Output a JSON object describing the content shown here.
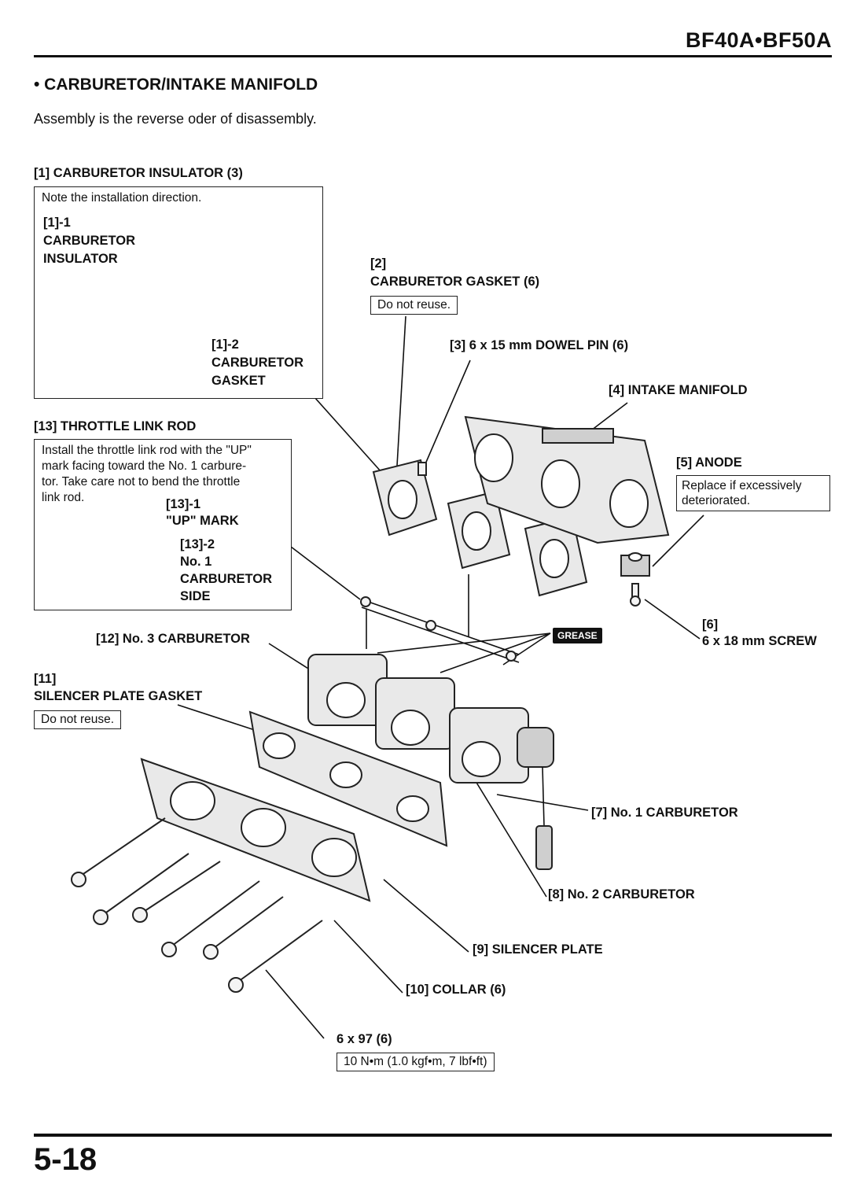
{
  "header": {
    "model": "BF40A•BF50A"
  },
  "section": {
    "title": "• CARBURETOR/INTAKE MANIFOLD",
    "intro": "Assembly is the reverse oder of disassembly."
  },
  "callouts": {
    "c1": {
      "title": "[1] CARBURETOR INSULATOR (3)",
      "note": "Note the installation direction.",
      "sub1_num": "[1]-1",
      "sub1_a": "CARBURETOR",
      "sub1_b": "INSULATOR",
      "sub2_num": "[1]-2",
      "sub2_a": "CARBURETOR",
      "sub2_b": "GASKET"
    },
    "c2": {
      "num": "[2]",
      "title": "CARBURETOR GASKET (6)",
      "note": "Do not reuse."
    },
    "c3": {
      "title": "[3] 6 x 15 mm DOWEL PIN (6)"
    },
    "c4": {
      "title": "[4] INTAKE MANIFOLD"
    },
    "c5": {
      "title": "[5] ANODE",
      "note_1": "Replace if excessively",
      "note_2": "deteriorated."
    },
    "c6": {
      "num": "[6]",
      "title": "6 x 18 mm SCREW"
    },
    "c7": {
      "title": "[7] No. 1 CARBURETOR"
    },
    "c8": {
      "title": "[8] No. 2 CARBURETOR"
    },
    "c9": {
      "title": "[9] SILENCER PLATE"
    },
    "c10": {
      "title": "[10] COLLAR (6)"
    },
    "c11": {
      "num": "[11]",
      "title": "SILENCER PLATE GASKET",
      "note": "Do not reuse."
    },
    "c12": {
      "title": "[12] No. 3 CARBURETOR"
    },
    "c13": {
      "title": "[13] THROTTLE LINK ROD",
      "note_1": "Install the throttle link rod with the \"UP\"",
      "note_2": "mark facing toward the No. 1 carbure-",
      "note_3": "tor. Take care not to bend the throttle",
      "note_4": "link rod.",
      "sub1_num": "[13]-1",
      "sub1_label": "\"UP\" MARK",
      "sub2_num": "[13]-2",
      "sub2_a": "No. 1",
      "sub2_b": "CARBURETOR",
      "sub2_c": "SIDE"
    },
    "bolt": {
      "title": "6 x 97 (6)",
      "torque": "10 N•m (1.0 kgf•m, 7 lbf•ft)"
    },
    "grease": {
      "label": "GREASE"
    }
  },
  "footer": {
    "page": "5-18"
  }
}
